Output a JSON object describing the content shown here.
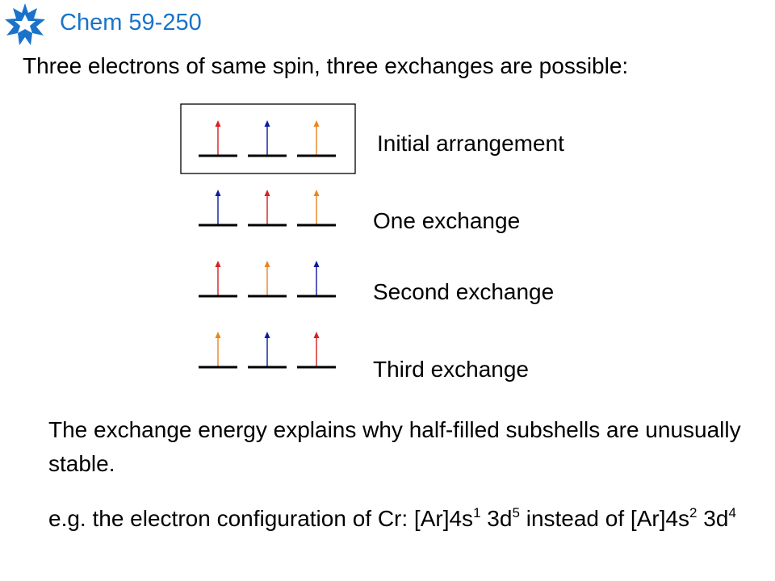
{
  "header": {
    "course_title": "Chem 59-250",
    "logo_icon": "maple-leaf-icon",
    "logo_color": "#1a73c9"
  },
  "subtitle": "Three electrons of same spin,  three exchanges are possible:",
  "colors": {
    "red": "#d62020",
    "blue": "#0b1a9e",
    "orange": "#e8851f"
  },
  "rows": [
    {
      "label": "Initial arrangement",
      "arrows": [
        "red",
        "blue",
        "orange"
      ],
      "boxed": true
    },
    {
      "label": "One exchange",
      "arrows": [
        "blue",
        "red",
        "orange"
      ],
      "boxed": false
    },
    {
      "label": "Second exchange",
      "arrows": [
        "red",
        "orange",
        "blue"
      ],
      "boxed": false
    },
    {
      "label": "Third exchange",
      "arrows": [
        "orange",
        "blue",
        "red"
      ],
      "boxed": false
    }
  ],
  "notes": {
    "line1": "The exchange energy explains why half-filled subshells are unusually stable.",
    "example_prefix": "e.g. the electron configuration of Cr: [Ar]4s",
    "sup1": "1",
    "mid1": " 3d",
    "sup2": "5",
    "mid2": " instead of [Ar]4s",
    "sup3": "2",
    "mid3": " 3d",
    "sup4": "4"
  }
}
